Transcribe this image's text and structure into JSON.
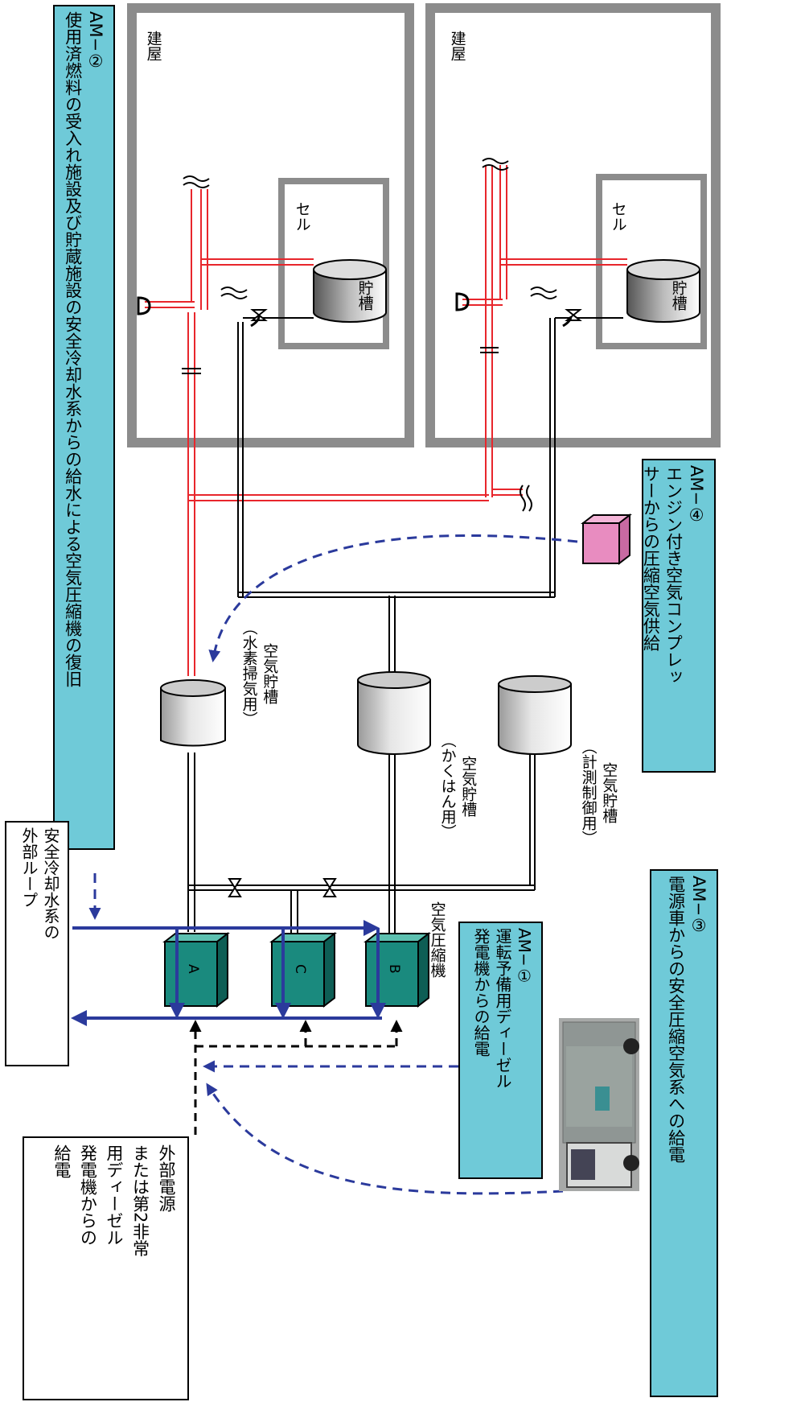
{
  "labels": {
    "am2": "AM−②\n使用済燃料の受入れ施設及び貯蔵施設の安全冷却水系からの給水による空気圧縮機の復旧",
    "am4": "AM−④\nエンジン付き空気コンプレッ\nサーからの圧縮空気供給",
    "am1": "AM−①\n運転予備用ディーゼル\n発電機からの給電",
    "am3": "AM−③\n電源車からの安全圧縮空気系への給電",
    "cooling_loop": "安全冷却水系の\n外部ループ",
    "power_source": "外部電源\nまたは第2非常\n用ディーゼル\n発電機からの\n給電",
    "compressor": "空気圧縮機",
    "unit_a": "A",
    "unit_b": "B",
    "unit_c": "C",
    "tank_h2": "空気貯槽\n（水素掃気用）",
    "tank_stir": "空気貯槽\n（かくはん用）",
    "tank_meas": "空気貯槽\n（計測制御用）",
    "building1": "建屋",
    "building2": "建屋",
    "cell1": "セル",
    "cell2": "セル",
    "vessel1": "貯槽",
    "vessel2": "貯槽"
  },
  "colors": {
    "compressor_fill": "#1a8a7e",
    "am_box": "#6fcad8",
    "engine_compressor": "#e88cc0",
    "red_pipe": "#e8262c",
    "blue_line": "#2b3a9c"
  }
}
